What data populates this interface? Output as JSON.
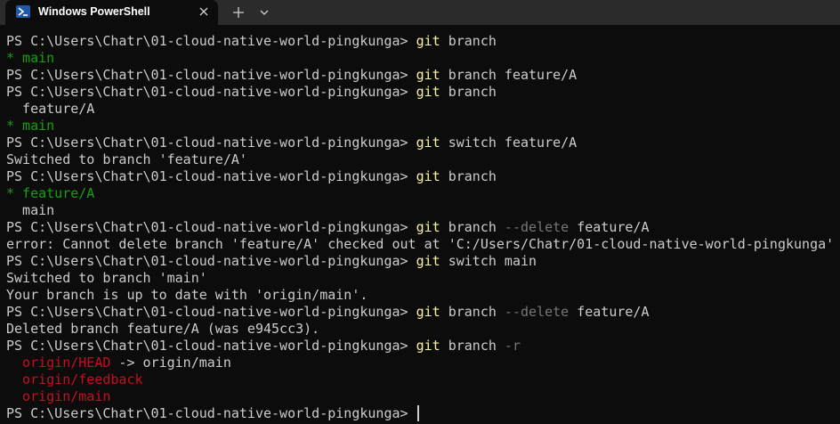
{
  "window": {
    "tab_title": "Windows PowerShell",
    "tab_icon": "powershell-icon",
    "close_icon": "close-icon",
    "new_tab_icon": "plus-icon",
    "dropdown_icon": "chevron-down-icon"
  },
  "colors": {
    "background": "#0c0c0c",
    "titlebar": "#2b2b2b",
    "foreground": "#cccccc",
    "command": "#f9f1a5",
    "flag": "#767676",
    "current_branch": "#13a10e",
    "remote_branch": "#c50f1f"
  },
  "terminal": {
    "prompt": "PS C:\\Users\\Chatr\\01-cloud-native-world-pingkunga> ",
    "commands": [
      {
        "cmd": "git",
        "args": " branch",
        "flag": "",
        "rest": ""
      },
      {
        "cmd": "git",
        "args": " branch feature/A",
        "flag": "",
        "rest": ""
      },
      {
        "cmd": "git",
        "args": " branch",
        "flag": "",
        "rest": ""
      },
      {
        "cmd": "git",
        "args": " switch feature/A",
        "flag": "",
        "rest": ""
      },
      {
        "cmd": "git",
        "args": " branch",
        "flag": "",
        "rest": ""
      },
      {
        "cmd": "git",
        "args": " branch ",
        "flag": "--delete",
        "rest": " feature/A"
      },
      {
        "cmd": "git",
        "args": " switch main",
        "flag": "",
        "rest": ""
      },
      {
        "cmd": "git",
        "args": " branch ",
        "flag": "--delete",
        "rest": " feature/A"
      },
      {
        "cmd": "git",
        "args": " branch ",
        "flag": "-r",
        "rest": ""
      }
    ],
    "outputs": {
      "o1_main": "* main",
      "o3_feature": "  feature/A",
      "o3_main": "* main",
      "o4_switched": "Switched to branch 'feature/A'",
      "o5_feature": "* feature/A",
      "o5_main": "  main",
      "o6_error": "error: Cannot delete branch 'feature/A' checked out at 'C:/Users/Chatr/01-cloud-native-world-pingkunga'",
      "o7_switched": "Switched to branch 'main'",
      "o7_uptodate": "Your branch is up to date with 'origin/main'.",
      "o8_deleted": "Deleted branch feature/A (was e945cc3).",
      "r_head": "  origin/HEAD",
      "r_head_arrow": " -> origin/main",
      "r_feedback": "  origin/feedback",
      "r_main": "  origin/main"
    }
  }
}
